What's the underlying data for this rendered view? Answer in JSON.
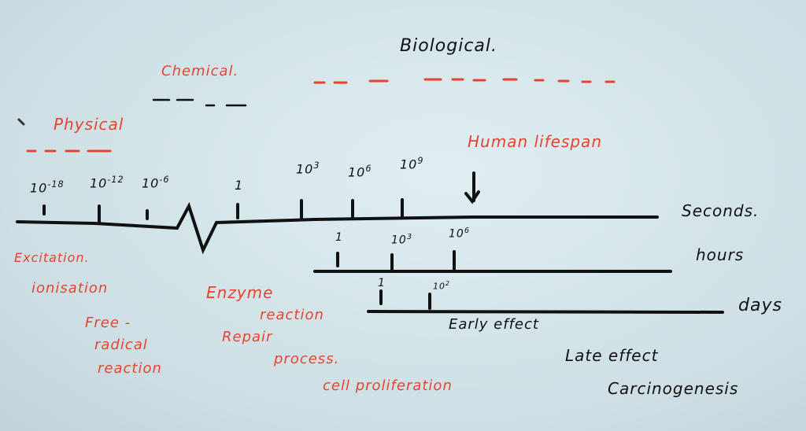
{
  "phases": {
    "physical": "Physical",
    "chemical": "Chemical.",
    "biological": "Biological."
  },
  "human_lifespan": "Human lifespan",
  "axes": {
    "seconds": {
      "label": "Seconds.",
      "ticks": [
        {
          "base": "10",
          "exp": "-18"
        },
        {
          "base": "10",
          "exp": "-12"
        },
        {
          "base": "10",
          "exp": "-6"
        },
        {
          "base": "1",
          "exp": ""
        },
        {
          "base": "10",
          "exp": "3"
        },
        {
          "base": "10",
          "exp": "6"
        },
        {
          "base": "10",
          "exp": "9"
        }
      ]
    },
    "hours": {
      "label": "hours",
      "ticks": [
        {
          "base": "1",
          "exp": ""
        },
        {
          "base": "10",
          "exp": "3"
        },
        {
          "base": "10",
          "exp": "6"
        }
      ]
    },
    "days": {
      "label": "days",
      "ticks": [
        {
          "base": "1",
          "exp": ""
        },
        {
          "base": "10",
          "exp": "2"
        }
      ]
    }
  },
  "physical_effects": [
    "Excitation.",
    "ionisation"
  ],
  "free_radical": [
    "Free -",
    "radical",
    "reaction"
  ],
  "enzyme": [
    "Enzyme",
    "reaction"
  ],
  "repair": [
    "Repair",
    "process."
  ],
  "cell_proliferation": "cell proliferation",
  "early_effect": "Early effect",
  "late_effect": [
    "Late effect",
    "Carcinogenesis"
  ],
  "colors": {
    "red": "#e8432e",
    "black": "#111111",
    "board": "#d3e3e8"
  }
}
